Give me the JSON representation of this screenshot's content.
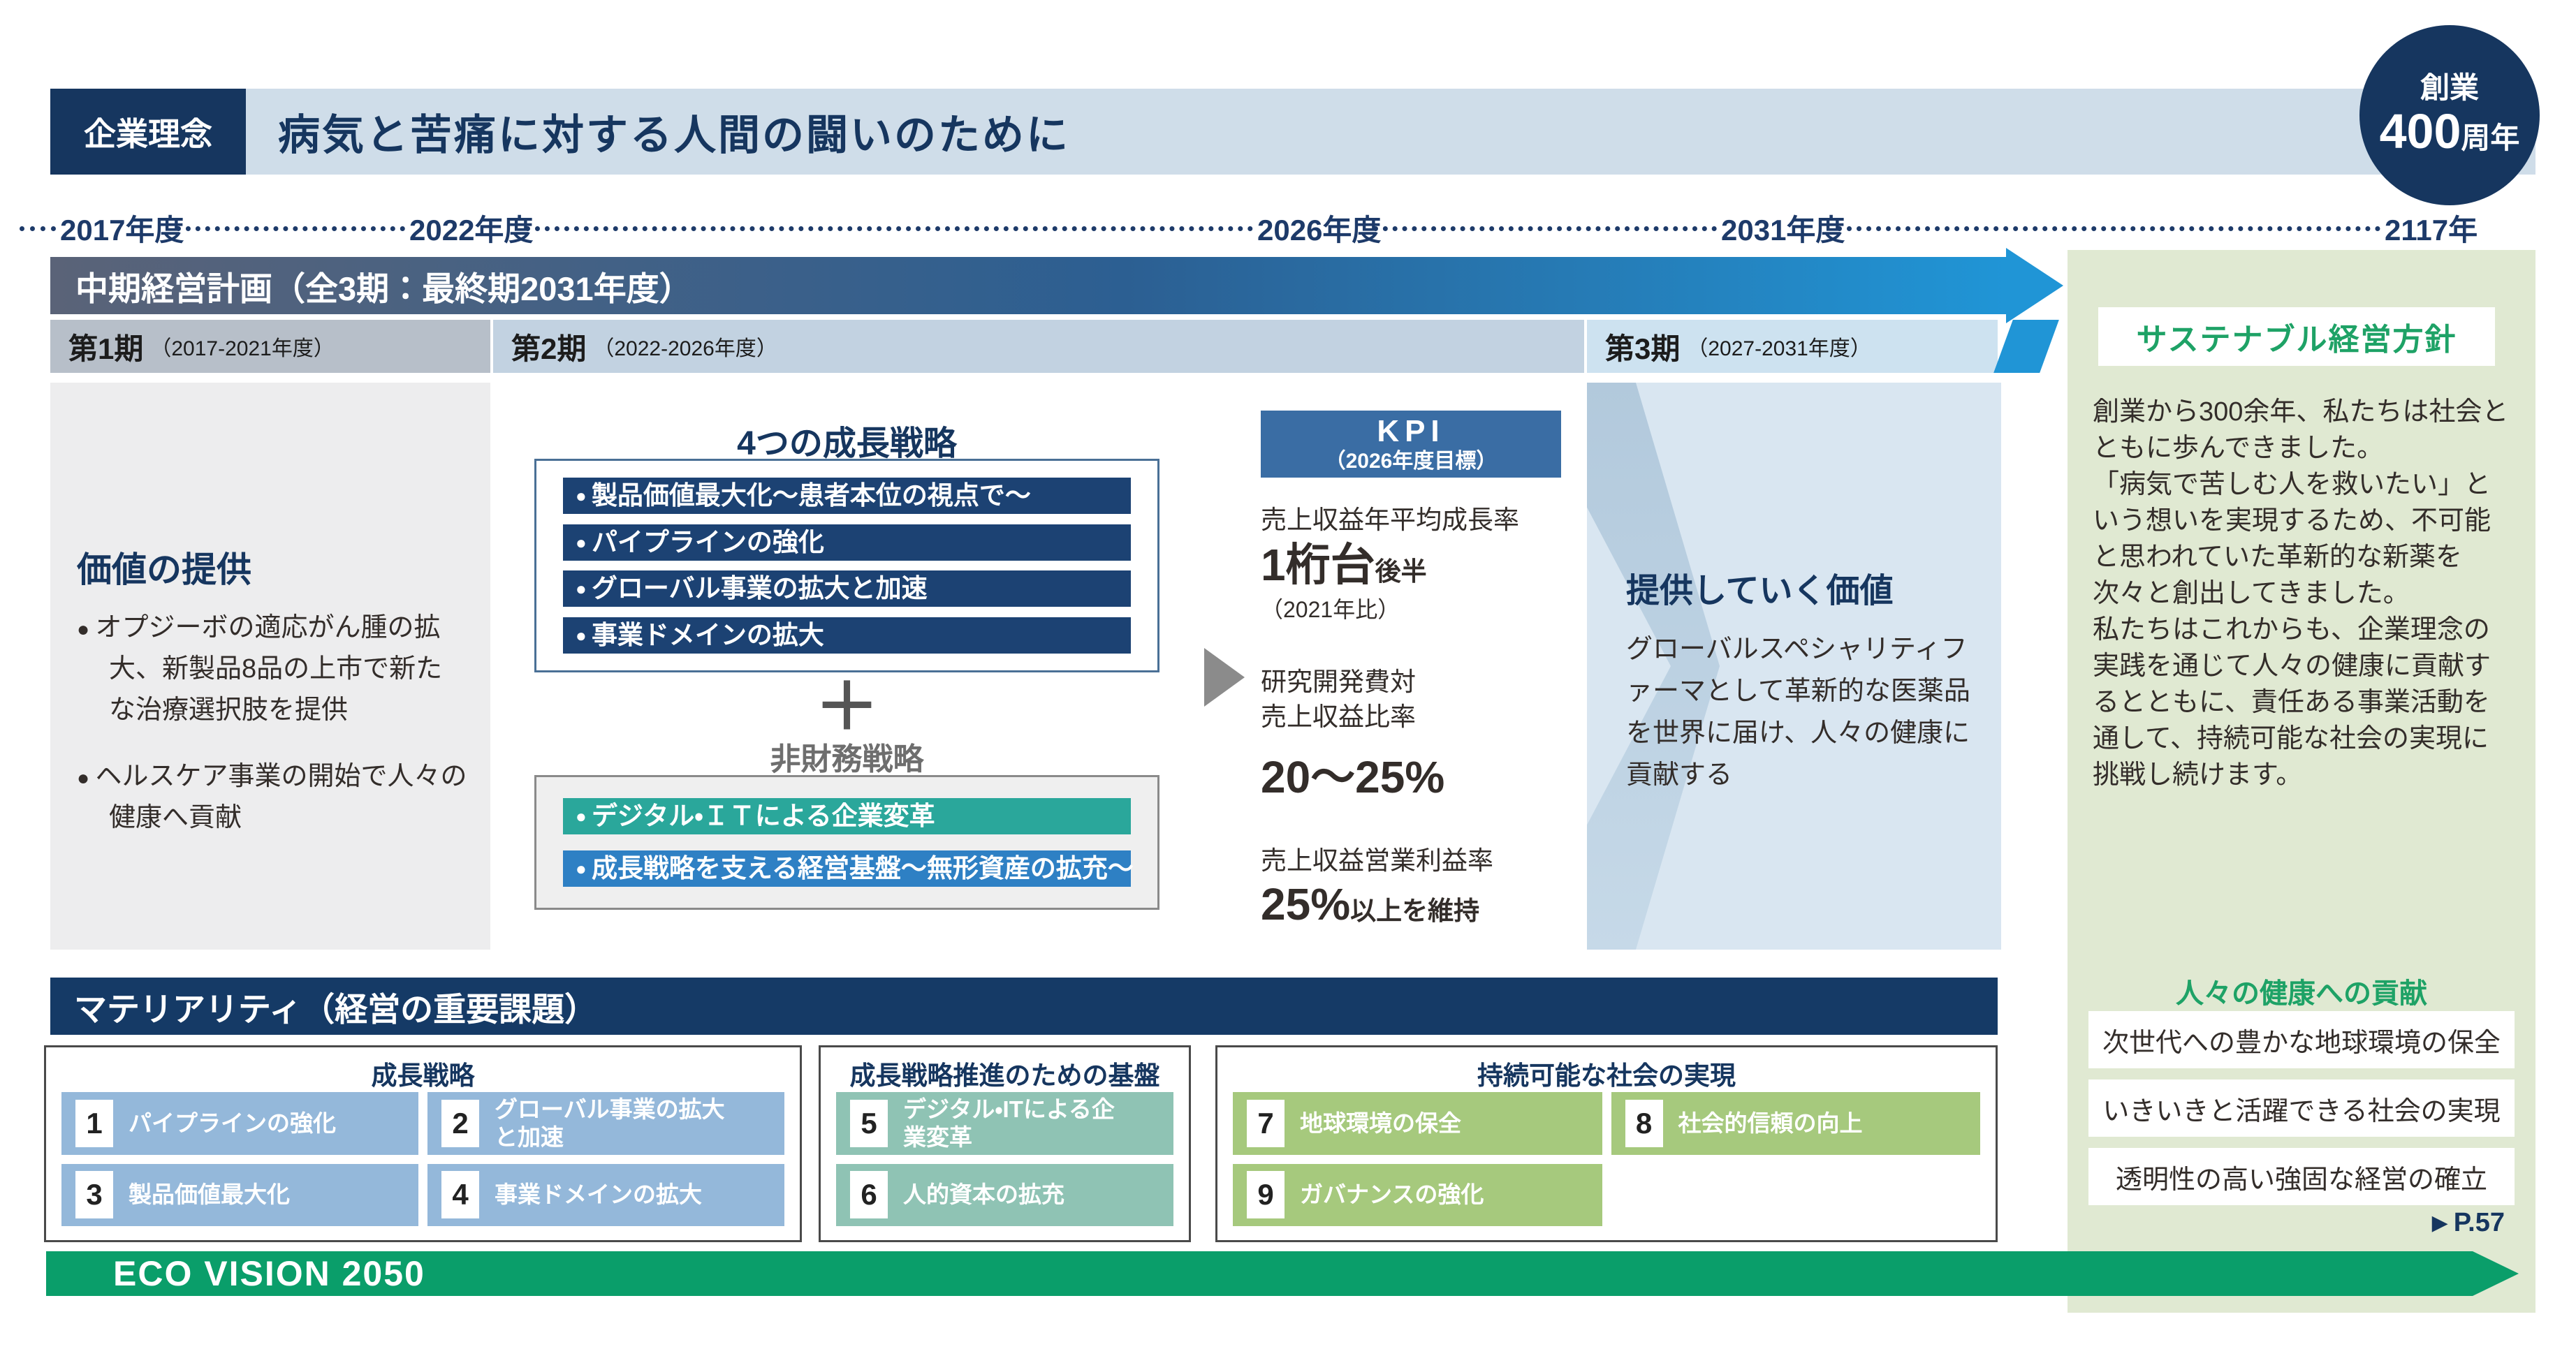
{
  "header": {
    "tag": "企業理念",
    "title": "病気と苦痛に対する人間の闘いのために"
  },
  "badge": {
    "line1": "創業",
    "number": "400",
    "suffix": "周年"
  },
  "timeline": {
    "labels": [
      "2017年度",
      "2022年度",
      "2026年度",
      "2031年度",
      "2117年"
    ]
  },
  "midterm_plan": {
    "title": "中期経営計画（全3期：最終期2031年度）",
    "phases": [
      {
        "name": "第1期",
        "range": "（2017-2021年度）"
      },
      {
        "name": "第2期",
        "range": "（2022-2026年度）"
      },
      {
        "name": "第3期",
        "range": "（2027-2031年度）"
      }
    ]
  },
  "value_delivery": {
    "title": "価値の提供",
    "bullets": [
      "オプジーボの適応がん腫の拡大、新製品8品の上市で新たな治療選択肢を提供",
      "ヘルスケア事業の開始で人々の健康へ貢献"
    ]
  },
  "growth": {
    "title": "4つの成長戦略",
    "strategies": [
      "製品価値最大化～患者本位の視点で～",
      "パイプラインの強化",
      "グローバル事業の拡大と加速",
      "事業ドメインの拡大"
    ],
    "plus": "＋",
    "nonfinancial_title": "非財務戦略",
    "nonfinancial": [
      "デジタル・ＩＴによる企業変革",
      "成長戦略を支える経営基盤～無形資産の拡充～"
    ]
  },
  "kpi": {
    "title": "KPI",
    "subtitle": "（2026年度目標）",
    "growth_rate": {
      "label": "売上収益年平均成長率",
      "big": "1桁台",
      "small": "後半",
      "note": "（2021年比）"
    },
    "rd_ratio": {
      "label": "研究開発費対\n売上収益比率",
      "big": "20～25%"
    },
    "op_margin": {
      "label": "売上収益営業利益率",
      "big": "25%",
      "small": "以上を維持"
    }
  },
  "future_value": {
    "title": "提供していく価値",
    "body": "グローバルスペシャリティファーマとして革新的な医薬品を世界に届け、人々の健康に貢献する"
  },
  "materiality": {
    "title": "マテリアリティ（経営の重要課題）",
    "groups": [
      {
        "title": "成長戦略",
        "items": [
          {
            "no": "1",
            "label": "パイプラインの強化"
          },
          {
            "no": "2",
            "label": "グローバル事業の拡大と加速"
          },
          {
            "no": "3",
            "label": "製品価値最大化"
          },
          {
            "no": "4",
            "label": "事業ドメインの拡大"
          }
        ]
      },
      {
        "title": "成長戦略推進のための基盤",
        "items": [
          {
            "no": "5",
            "label": "デジタル・ITによる企業変革"
          },
          {
            "no": "6",
            "label": "人的資本の拡充"
          }
        ]
      },
      {
        "title": "持続可能な社会の実現",
        "items": [
          {
            "no": "7",
            "label": "地球環境の保全"
          },
          {
            "no": "8",
            "label": "社会的信頼の向上"
          },
          {
            "no": "9",
            "label": "ガバナンスの強化"
          }
        ]
      }
    ]
  },
  "sustainability": {
    "title": "サステナブル経営方針",
    "body": "創業から300余年、私たちは社会とともに歩んできました。\n「病気で苦しむ人を救いたい」という想いを実現するため、不可能と思われていた革新的な新薬を次々と創出してきました。\n私たちはこれからも、企業理念の実践を通じて人々の健康に貢献するとともに、責任ある事業活動を通して、持続可能な社会の実現に挑戦し続けます。",
    "subtitle": "人々の健康への貢献",
    "items": [
      "次世代への豊かな地球環境の保全",
      "いきいきと活躍できる社会の実現",
      "透明性の高い強固な経営の確立"
    ],
    "link_icon": "▶",
    "link_label": "P.57"
  },
  "eco_vision": {
    "label": "ECO VISION 2050"
  },
  "colors": {
    "navy": "#16365f",
    "strategy_bar": "#1c4273",
    "kpi_header": "#3a6da4",
    "teal": "#2aa79b",
    "bright_blue": "#2e80c4",
    "mat_blue": "#94b8da",
    "mat_teal": "#8fc3b4",
    "mat_olive": "#a6c97d",
    "green_accent": "#1ea266",
    "eco_green": "#0a9e6a",
    "panel_green": "#e0e9d2",
    "header_lightblue": "#cfdde9"
  }
}
